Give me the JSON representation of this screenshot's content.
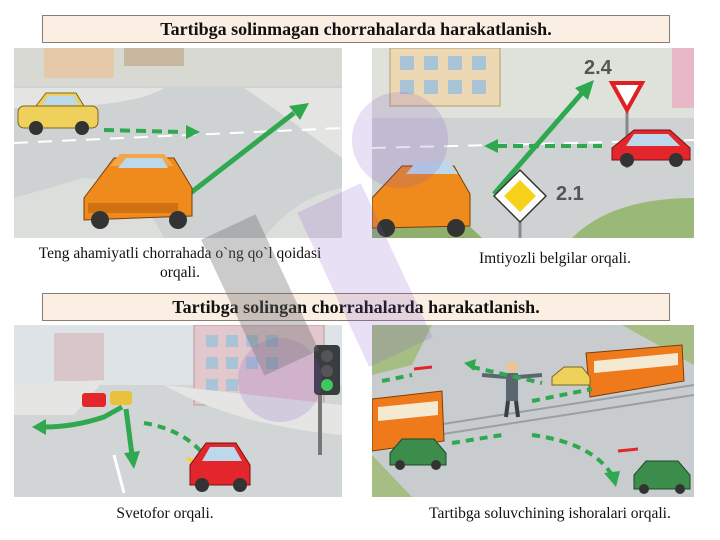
{
  "sections": [
    {
      "title": "Tartibga solinmagan chorrahalarda harakatlanish.",
      "panels": [
        {
          "caption": "Teng ahamiyatli chorrahada o`ng qo`l qoidasi orqali."
        },
        {
          "caption": "Imtiyozli belgilar orqali.",
          "signs": [
            "2.4",
            "2.1"
          ]
        }
      ]
    },
    {
      "title": "Tartibga solingan chorrahalarda harakatlanish.",
      "panels": [
        {
          "caption": "Svetofor orqali."
        },
        {
          "caption": "Tartibga soluvchining ishoralari orqali."
        }
      ]
    }
  ],
  "colors": {
    "banner_bg": "#fbeee2",
    "road": "#c9ccce",
    "arrow_green": "#2fa84f",
    "car_orange": "#ef8a1c",
    "car_red": "#e2262b",
    "watermark": "#7d55c9"
  }
}
